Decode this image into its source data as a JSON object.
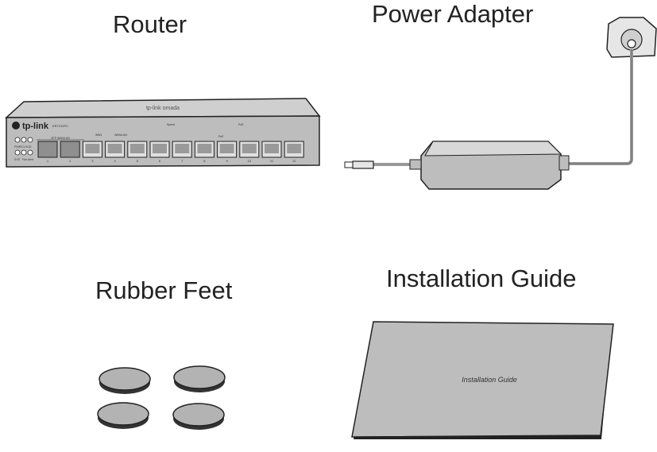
{
  "items": [
    {
      "key": "router",
      "label": "Router"
    },
    {
      "key": "power",
      "label": "Power Adapter"
    },
    {
      "key": "feet",
      "label": "Rubber Feet"
    },
    {
      "key": "guide",
      "label": "Installation Guide"
    }
  ],
  "router": {
    "brand": "tp-link",
    "model": "ER7212PC",
    "top_logo": "tp-link omada",
    "group_sfp": "SFP WAN/LAN",
    "group_wan": "WAN",
    "group_wanlan": "WAN/LAN",
    "group_poe": "PoE",
    "ports": [
      "1",
      "2",
      "3",
      "4",
      "5",
      "6",
      "7",
      "8",
      "9",
      "10",
      "11",
      "12"
    ],
    "leds": [
      "PWR/CLOUD",
      "SYS",
      "Fan Alert",
      "Speed",
      "PoE"
    ]
  },
  "guide": {
    "cover_text": "Installation Guide"
  },
  "colors": {
    "outline": "#222222",
    "fill_gray": "#bdbdbd",
    "fill_light": "#e6e6e6",
    "feet_fill": "#b3b3b3"
  }
}
